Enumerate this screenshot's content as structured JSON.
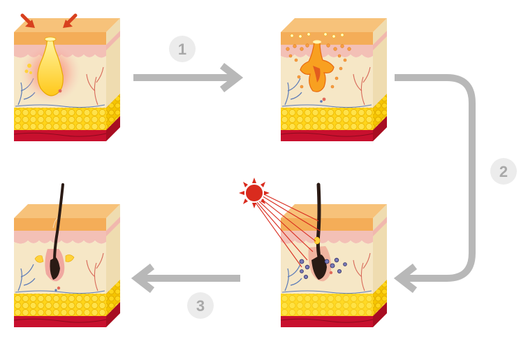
{
  "diagram": {
    "steps": [
      {
        "label": "1"
      },
      {
        "label": "2"
      },
      {
        "label": "3"
      }
    ],
    "colors": {
      "arrow": "#b8b8b8",
      "step_circle": "#ececec",
      "step_text": "#a8a8a8",
      "epidermis_top": "#f6b25a",
      "epidermis_side": "#e8a050",
      "dermis_pink": "#f3c6c0",
      "dermis": "#f5e6c3",
      "fat": "#ffd51a",
      "fat_outline": "#e8b400",
      "muscle": "#c8102e",
      "sebum": "#ffd23a",
      "inflammation": "#f29a8a",
      "hair": "#2a1a14",
      "vessel_red": "#d84a4a",
      "vessel_blue": "#5a7ab8",
      "laser_sun": "#d92b1e",
      "pressure_arrow": "#d8401e"
    },
    "panels": [
      {
        "state": "pore-clogged"
      },
      {
        "state": "pore-rupture"
      },
      {
        "state": "laser-treatment"
      },
      {
        "state": "healthy-follicle"
      }
    ]
  }
}
